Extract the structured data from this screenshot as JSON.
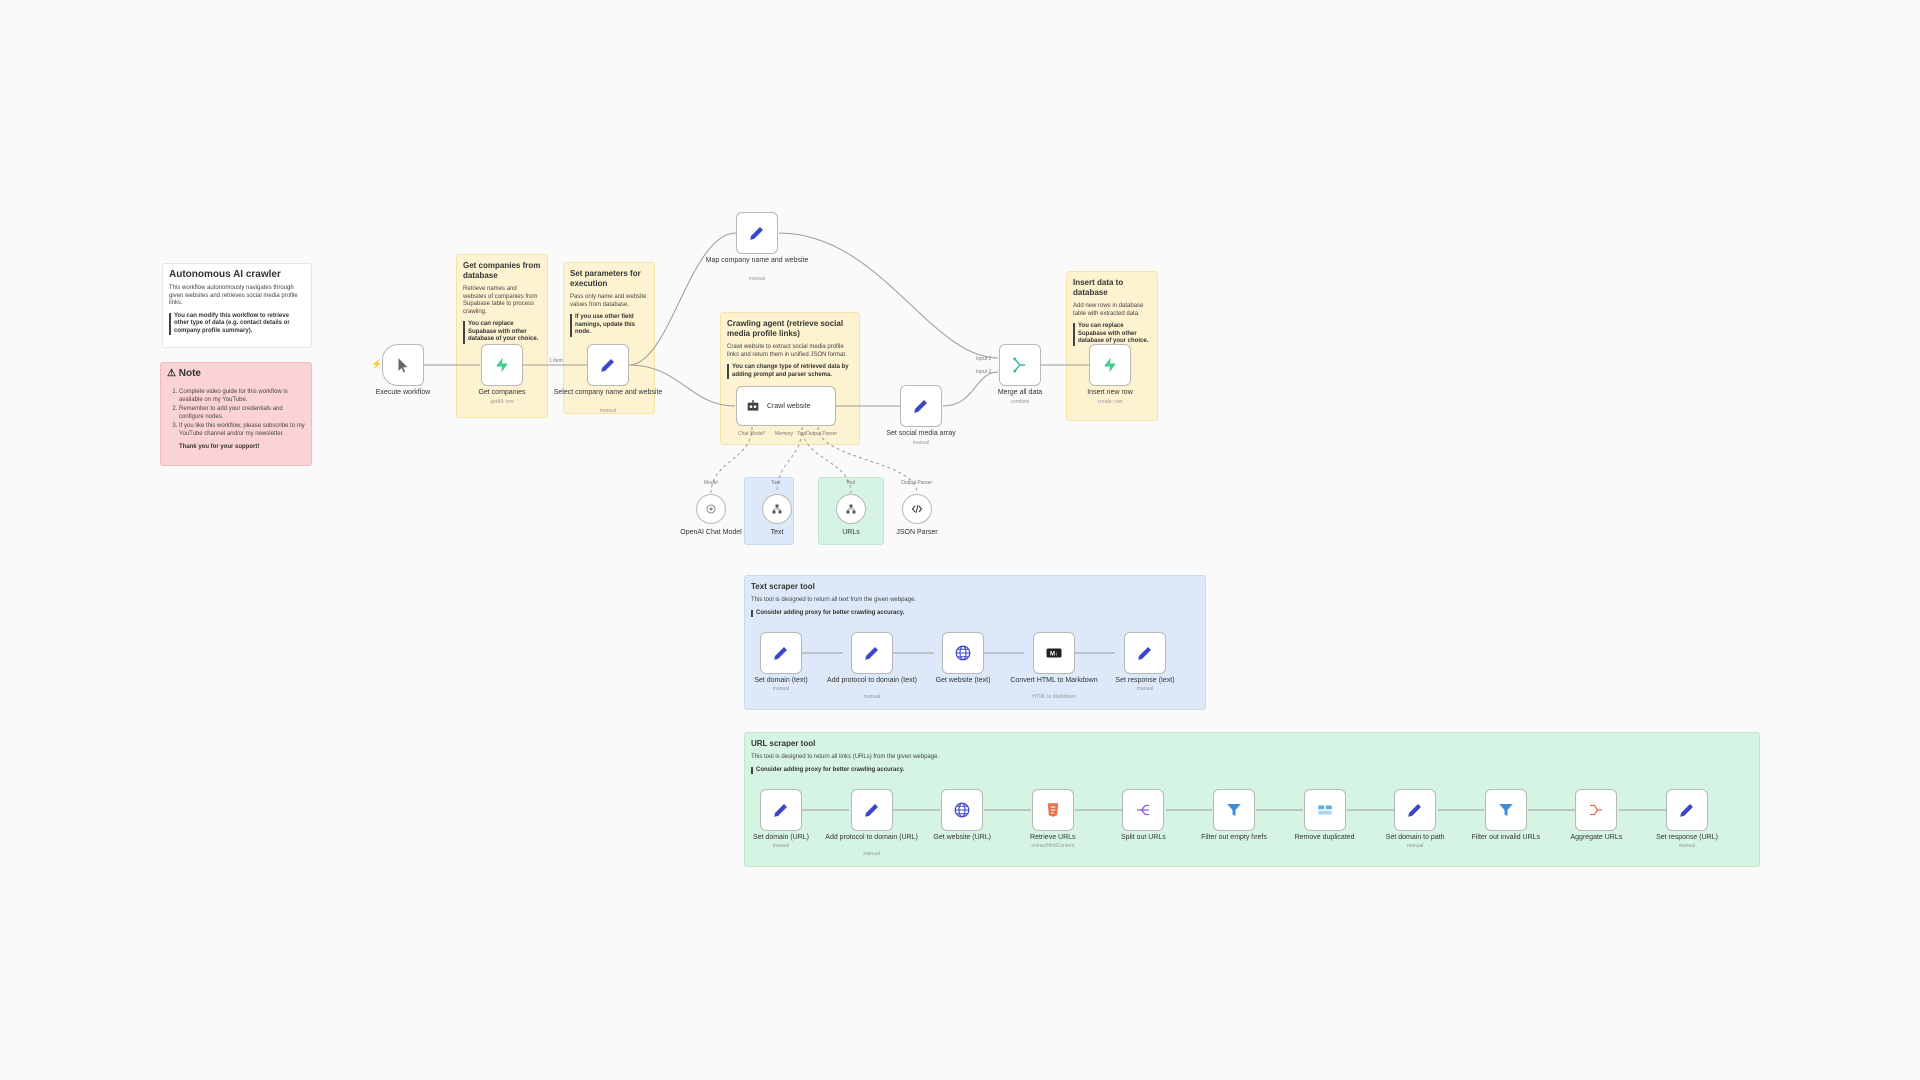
{
  "notes": {
    "main": {
      "title": "Autonomous AI crawler",
      "body": "This workflow autonomously navigates through given websites and retrieves social media profile links.",
      "warn": "You can modify this workflow to retrieve other type of data (e.g. contact details or company profile summary)."
    },
    "note": {
      "title": "Note",
      "items": [
        "Complete video guide for this workflow is available on my YouTube.",
        "Remember to add your credentials and configure nodes.",
        "If you like this workflow, please subscribe to my YouTube channel and/or my newsletter."
      ],
      "thanks": "Thank you for your support!"
    },
    "get_companies": {
      "title": "Get companies from database",
      "body": "Retrieve names and websites of companies from Supabase table to process crawling.",
      "warn": "You can replace Supabase with other database of your choice."
    },
    "set_params": {
      "title": "Set parameters for execution",
      "body": "Pass only name and website values from database.",
      "warn": "If you use other field namings, update this node."
    },
    "crawling_agent": {
      "title": "Crawling agent (retrieve social media profile links)",
      "body": "Crawl website to extract social media profile links and return them in unified JSON format.",
      "warn": "You can change type of retrieved data by adding prompt and parser schema."
    },
    "insert_data": {
      "title": "Insert data to database",
      "body": "Add new rows in database table with extracted data.",
      "warn": "You can replace Supabase with other database of your choice."
    },
    "text_scraper": {
      "title": "Text scraper tool",
      "body": "This tool is designed to return all text from the given webpage.",
      "warn": "Consider adding proxy for better crawling accuracy."
    },
    "url_scraper": {
      "title": "URL scraper tool",
      "body": "This tool is designed to return all links (URLs) from the given webpage.",
      "warn": "Consider adding proxy for better crawling accuracy."
    }
  },
  "nodes": {
    "execute_workflow": {
      "label": "Execute workflow",
      "icon": "cursor-icon"
    },
    "get_companies": {
      "label": "Get companies",
      "sub": "getAll: row",
      "icon": "supabase-icon"
    },
    "select_company": {
      "label": "Select company name and website",
      "sub": "manual",
      "icon": "pencil-icon"
    },
    "map_company": {
      "label": "Map company name and website",
      "sub": "manual",
      "icon": "pencil-icon"
    },
    "crawl_website": {
      "label": "Crawl website",
      "icon": "robot-icon"
    },
    "set_social": {
      "label": "Set social media array",
      "sub": "manual",
      "icon": "pencil-icon"
    },
    "merge_all": {
      "label": "Merge all data",
      "sub": "combine",
      "icon": "merge-icon"
    },
    "insert_row": {
      "label": "Insert new row",
      "sub": "create: row",
      "icon": "supabase-icon"
    },
    "openai_model": {
      "label": "OpenAI Chat Model",
      "port": "Model",
      "icon": "openai-icon"
    },
    "text_tool": {
      "label": "Text",
      "port": "Tool",
      "icon": "tool-icon"
    },
    "urls_tool": {
      "label": "URLs",
      "port": "Tool",
      "icon": "tool-icon"
    },
    "json_parser": {
      "label": "JSON Parser",
      "port": "Output Parser",
      "icon": "code-icon"
    }
  },
  "edge_labels": {
    "one_item": "1 item",
    "input1": "Input 1",
    "input2": "Input 2"
  },
  "agent_ports": {
    "chat_model": "Chat Model*",
    "memory": "Memory",
    "tool": "Tool",
    "output_parser": "Output Parser"
  },
  "text_tool_nodes": [
    {
      "label": "Set domain (text)",
      "sub": "manual",
      "icon": "pencil-icon"
    },
    {
      "label": "Add protocol to domain (text)",
      "sub": "manual",
      "icon": "pencil-icon"
    },
    {
      "label": "Get website (text)",
      "sub": "",
      "icon": "globe-icon"
    },
    {
      "label": "Convert HTML to Markdown",
      "sub": "HTML to Markdown",
      "icon": "markdown-icon"
    },
    {
      "label": "Set response (text)",
      "sub": "manual",
      "icon": "pencil-icon"
    }
  ],
  "url_tool_nodes": [
    {
      "label": "Set domain (URL)",
      "sub": "manual",
      "icon": "pencil-icon"
    },
    {
      "label": "Add protocol to domain (URL)",
      "sub": "manual",
      "icon": "pencil-icon"
    },
    {
      "label": "Get website (URL)",
      "sub": "",
      "icon": "globe-icon"
    },
    {
      "label": "Retrieve URLs",
      "sub": "extractHtmlContent",
      "icon": "html-icon"
    },
    {
      "label": "Split out URLs",
      "sub": "",
      "icon": "split-icon"
    },
    {
      "label": "Filter out empty hrefs",
      "sub": "",
      "icon": "filter-icon"
    },
    {
      "label": "Remove duplicated",
      "sub": "",
      "icon": "dedupe-icon"
    },
    {
      "label": "Set domain to path",
      "sub": "manual",
      "icon": "pencil-icon"
    },
    {
      "label": "Filter out invalid URLs",
      "sub": "",
      "icon": "filter-icon"
    },
    {
      "label": "Aggregate URLs",
      "sub": "",
      "icon": "aggregate-icon"
    },
    {
      "label": "Set response (URL)",
      "sub": "manual",
      "icon": "pencil-icon"
    }
  ],
  "colors": {
    "pencil": "#3b46c9",
    "supabase": "#3ecf8e",
    "merge": "#46b7a4",
    "globe": "#3b46c9",
    "filter": "#3b8fd9",
    "orange": "#e8704c"
  }
}
